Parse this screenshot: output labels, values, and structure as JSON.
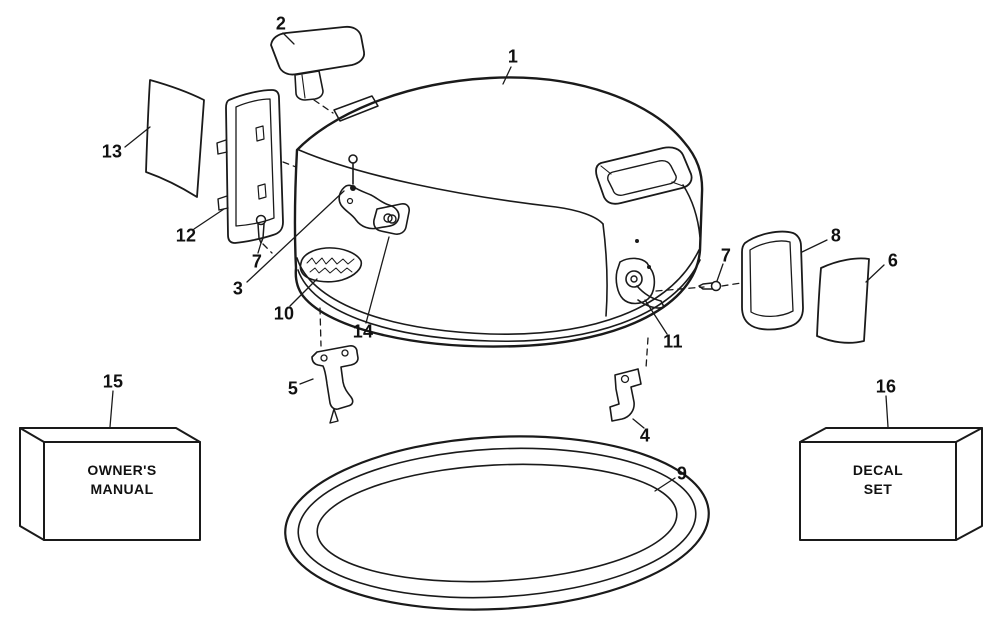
{
  "colors": {
    "ink": "#1a1a1a",
    "paper": "#ffffff"
  },
  "callouts": [
    {
      "label": "1"
    },
    {
      "label": "2"
    },
    {
      "label": "13"
    },
    {
      "label": "12"
    },
    {
      "label": "3"
    },
    {
      "label": "7"
    },
    {
      "label": "10"
    },
    {
      "label": "14"
    },
    {
      "label": "5"
    },
    {
      "label": "11"
    },
    {
      "label": "4"
    },
    {
      "label": "7"
    },
    {
      "label": "8"
    },
    {
      "label": "6"
    },
    {
      "label": "9"
    },
    {
      "label": "15"
    },
    {
      "label": "16"
    }
  ],
  "boxes": {
    "owners_manual": {
      "line1": "OWNER'S",
      "line2": "MANUAL"
    },
    "decal_set": {
      "line1": "DECAL",
      "line2": "SET"
    }
  }
}
